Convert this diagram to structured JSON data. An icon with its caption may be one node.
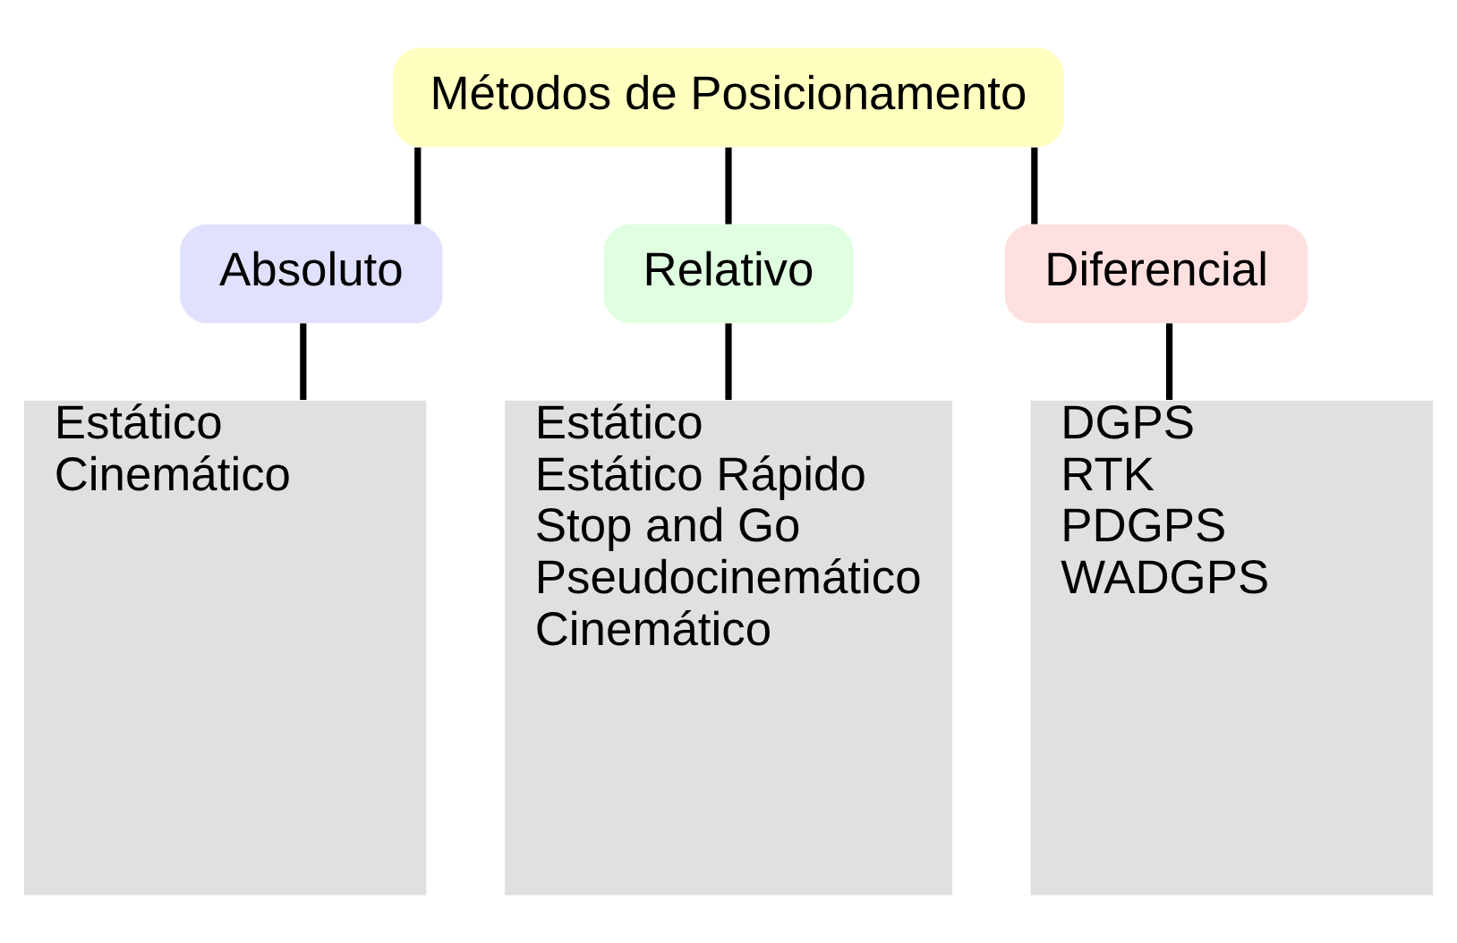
{
  "diagram": {
    "nodes": [
      {
        "text": [
          "Métodos de Posicionamento"
        ]
      },
      {
        "text": [
          "Absoluto"
        ]
      },
      {
        "text": [
          "Relativo"
        ]
      },
      {
        "text": [
          "Diferencial"
        ]
      },
      {
        "text": [
          "Estático",
          "Cinemático"
        ]
      },
      {
        "text": [
          "Estático",
          "Estático Rápido",
          "Stop and Go",
          "Pseudocinemático",
          "Cinemático"
        ]
      },
      {
        "text": [
          "DGPS",
          "RTK",
          "PDGPS",
          "WADGPS"
        ]
      }
    ],
    "edges": [
      {
        "from": 0,
        "to": 1,
        "arrow": "none"
      },
      {
        "from": 0,
        "to": 2,
        "arrow": "none"
      },
      {
        "from": 0,
        "to": 3,
        "arrow": "none"
      },
      {
        "from": 1,
        "to": 4,
        "arrow": "none"
      },
      {
        "from": 2,
        "to": 5,
        "arrow": "none"
      },
      {
        "from": 3,
        "to": 6,
        "arrow": "none"
      }
    ]
  }
}
